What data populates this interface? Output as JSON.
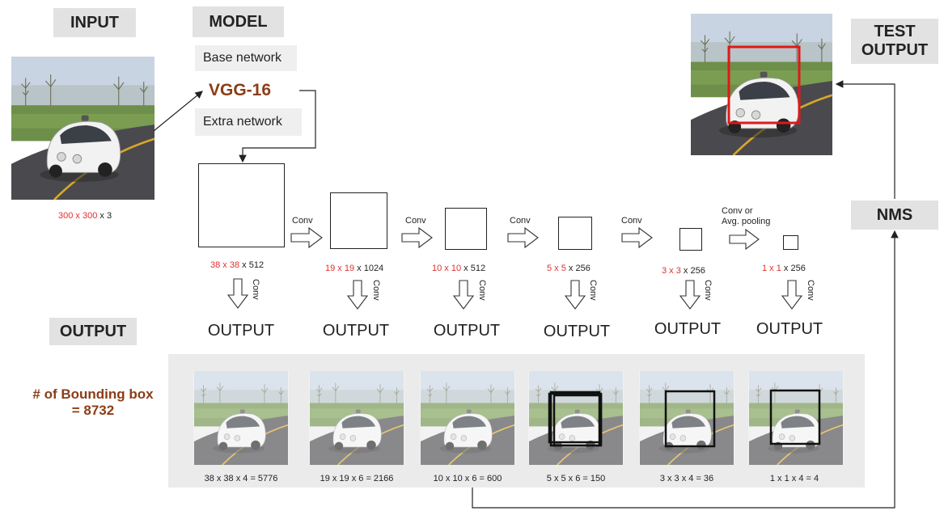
{
  "labels": {
    "input": "INPUT",
    "model": "MODEL",
    "base_network": "Base network",
    "vgg": "VGG-16",
    "extra_network": "Extra network",
    "test_output_line1": "TEST",
    "test_output_line2": "OUTPUT",
    "nms": "NMS",
    "output": "OUTPUT",
    "bbox_line1": "# of Bounding box",
    "bbox_line2": "= 8732"
  },
  "input_size": {
    "spatial": "300 x 300",
    "channels": " x 3"
  },
  "conv_labels": [
    "Conv",
    "Conv",
    "Conv",
    "Conv"
  ],
  "pool_label": {
    "line1": "Conv or",
    "line2": "Avg. pooling"
  },
  "feature_maps": [
    {
      "spatial": "38 x 38",
      "channels": " x 512"
    },
    {
      "spatial": "19 x 19",
      "channels": " x 1024"
    },
    {
      "spatial": "10 x 10",
      "channels": " x 512"
    },
    {
      "spatial": "5 x 5",
      "channels": " x 256"
    },
    {
      "spatial": "3 x 3",
      "channels": " x 256"
    },
    {
      "spatial": "1 x 1",
      "channels": " x 256"
    }
  ],
  "down_conv_label": "Conv",
  "output_words": [
    "OUTPUT",
    "OUTPUT",
    "OUTPUT",
    "OUTPUT",
    "OUTPUT",
    "OUTPUT"
  ],
  "formulas": [
    "38 x 38 x 4 = 5776",
    "19 x 19 x 6 = 2166",
    "10 x 10 x 6 = 600",
    "5 x 5 x 6 = 150",
    "3 x 3 x 4 = 36",
    "1 x 1 x 4 = 4"
  ],
  "colors": {
    "highlight": "#e03030",
    "accent_brown": "#8b3d16",
    "tag_bg": "#e2e2e2",
    "bbox_red": "#e01818"
  }
}
